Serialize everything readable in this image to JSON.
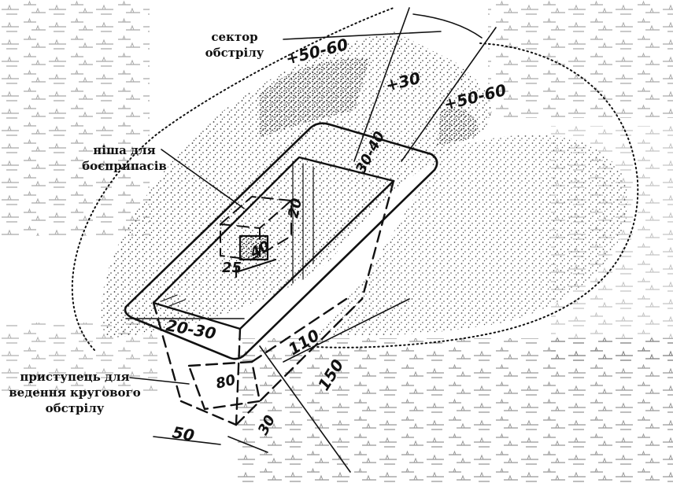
{
  "labels": {
    "sector": [
      "сектор",
      "обстрілу"
    ],
    "niche": [
      "ніша для",
      "боєприпасів"
    ],
    "step": [
      "приступець для",
      "ведення кругового",
      "обстрілу"
    ]
  },
  "dimensions": {
    "parapet_left": "+50-60",
    "parapet_right": "+50-60",
    "parapet_front": "+30",
    "top_width": "30-40",
    "rim": "20-30",
    "niche_depth": "20",
    "niche_width": "40",
    "niche_height": "25",
    "depth": "110",
    "full_depth": "150",
    "step_length": "80",
    "step_height": "30",
    "bottom_width": "50"
  },
  "colors": {
    "ink": "#111111",
    "paper": "#ffffff"
  }
}
